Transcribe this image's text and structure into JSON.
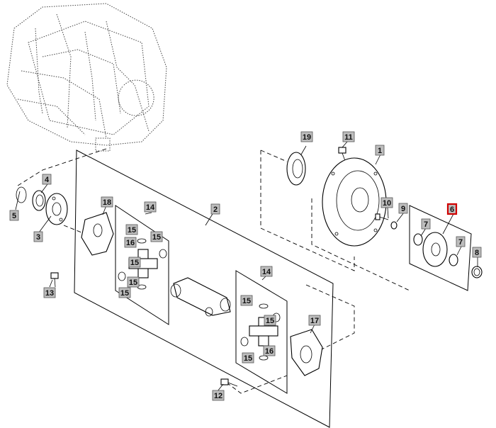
{
  "diagram": {
    "selected_callout": "6",
    "callouts": [
      {
        "id": "c1",
        "label": "1"
      },
      {
        "id": "c2",
        "label": "2"
      },
      {
        "id": "c3",
        "label": "3"
      },
      {
        "id": "c4",
        "label": "4"
      },
      {
        "id": "c5",
        "label": "5"
      },
      {
        "id": "c6",
        "label": "6"
      },
      {
        "id": "c7a",
        "label": "7"
      },
      {
        "id": "c7b",
        "label": "7"
      },
      {
        "id": "c8",
        "label": "8"
      },
      {
        "id": "c9",
        "label": "9"
      },
      {
        "id": "c10",
        "label": "10"
      },
      {
        "id": "c11",
        "label": "11"
      },
      {
        "id": "c12",
        "label": "12"
      },
      {
        "id": "c13",
        "label": "13"
      },
      {
        "id": "c14a",
        "label": "14"
      },
      {
        "id": "c14b",
        "label": "14"
      },
      {
        "id": "c15a",
        "label": "15"
      },
      {
        "id": "c15b",
        "label": "15"
      },
      {
        "id": "c15c",
        "label": "15"
      },
      {
        "id": "c15d",
        "label": "15"
      },
      {
        "id": "c15e",
        "label": "15"
      },
      {
        "id": "c15f",
        "label": "15"
      },
      {
        "id": "c15g",
        "label": "15"
      },
      {
        "id": "c15h",
        "label": "15"
      },
      {
        "id": "c16a",
        "label": "16"
      },
      {
        "id": "c16b",
        "label": "16"
      },
      {
        "id": "c17",
        "label": "17"
      },
      {
        "id": "c18",
        "label": "18"
      },
      {
        "id": "c19",
        "label": "19"
      }
    ]
  }
}
